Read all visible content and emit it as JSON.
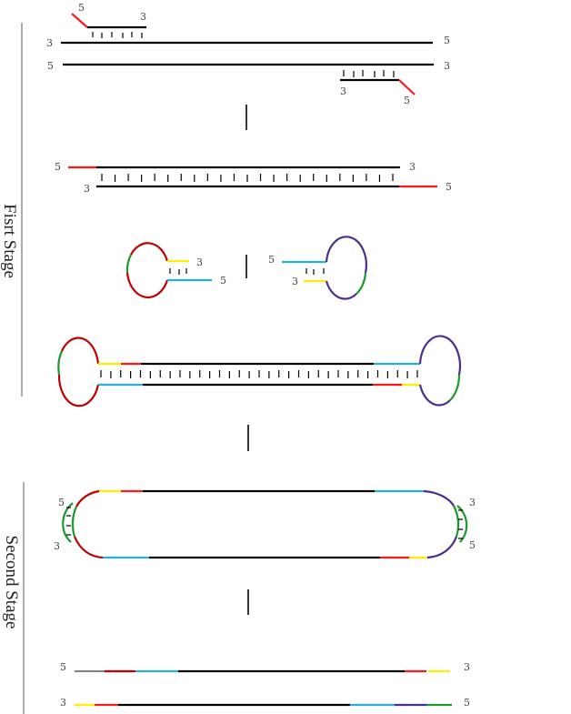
{
  "stages": {
    "first": "Fisrt Stage",
    "second": "Second Stage"
  },
  "end_labels": {
    "five": "5",
    "three": "3"
  },
  "colors": {
    "template": "#000000",
    "primer_tail": "#ff1a1a",
    "loop_red": "#c00000",
    "cyan": "#27aee0",
    "yellow": "#ffee00",
    "green": "#1b9a2b",
    "purple": "#4b2e91"
  }
}
